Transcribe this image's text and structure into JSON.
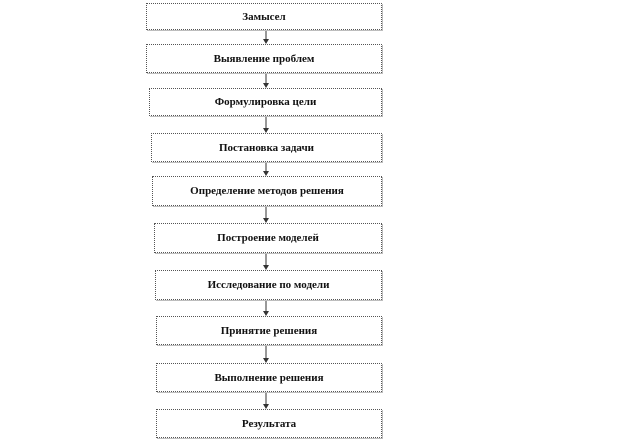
{
  "diagram": {
    "steps": [
      {
        "label": "Замысел"
      },
      {
        "label": "Выявление проблем"
      },
      {
        "label": "Формулировка цели"
      },
      {
        "label": "Постановка задачи"
      },
      {
        "label": "Определение методов решения"
      },
      {
        "label": "Построение моделей"
      },
      {
        "label": "Исследование по модели"
      },
      {
        "label": "Принятие решения"
      },
      {
        "label": "Выполнение решения"
      },
      {
        "label": "Результата"
      }
    ],
    "colors": {
      "border": "#555555",
      "text": "#111111",
      "arrow": "#333333"
    }
  }
}
